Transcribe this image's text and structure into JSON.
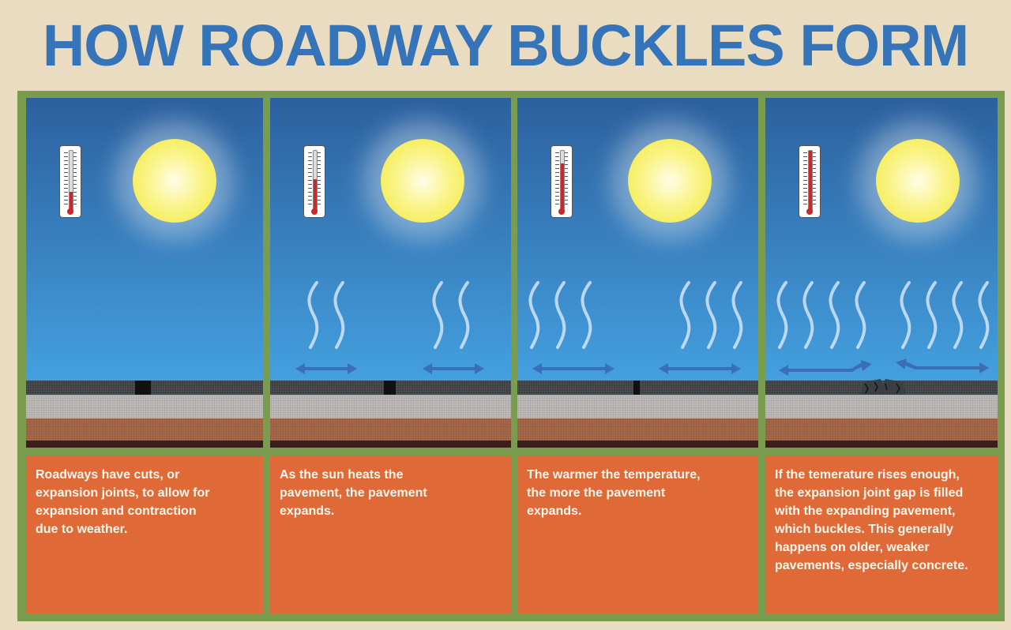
{
  "title": "HOW ROADWAY BUCKLES FORM",
  "colors": {
    "background": "#EADCC0",
    "title": "#3574B8",
    "frame": "#7A9C4E",
    "caption_bg": "#E06A37",
    "caption_text": "#FFF6EC",
    "sky_top": "#2C609E",
    "sky_bottom": "#44A0DF",
    "arrow": "#3A6FB5",
    "thermometer_fill": "#C8282E"
  },
  "panels": [
    {
      "step": 1,
      "thermometer_level": "low",
      "heat_waves": 0,
      "expansion_arrows": false,
      "joint_state": "open",
      "caption": "Roadways have cuts, or\nexpansion joints, to allow for\nexpansion and contraction\ndue to weather."
    },
    {
      "step": 2,
      "thermometer_level": "medium",
      "heat_waves": 4,
      "expansion_arrows": true,
      "joint_state": "open",
      "caption": "As the sun heats the\npavement, the pavement\nexpands."
    },
    {
      "step": 3,
      "thermometer_level": "high",
      "heat_waves": 6,
      "expansion_arrows": true,
      "joint_state": "narrow",
      "caption": "The warmer the temperature,\nthe more the pavement\nexpands."
    },
    {
      "step": 4,
      "thermometer_level": "max",
      "heat_waves": 8,
      "expansion_arrows": true,
      "joint_state": "buckled",
      "caption": "If the temerature rises enough,\nthe expansion joint gap is filled\nwith the expanding pavement,\nwhich buckles. This generally\nhappens on older, weaker\npavements, especially concrete."
    }
  ],
  "icons": {
    "thermometer": "thermometer-icon",
    "sun": "sun-icon",
    "heat_wave": "heat-wave-icon",
    "arrow": "double-arrow-icon"
  }
}
